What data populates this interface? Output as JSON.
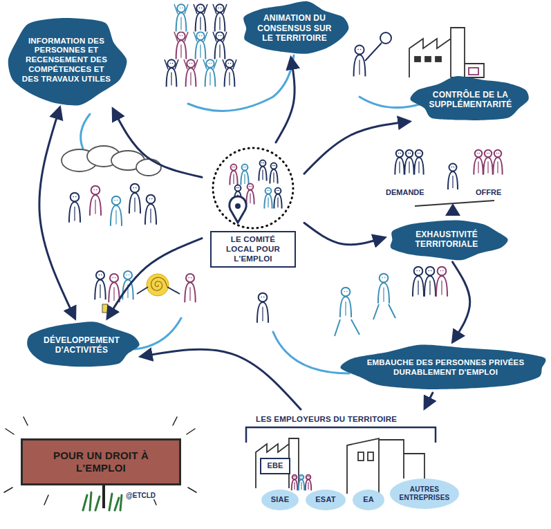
{
  "diagram": {
    "nodes": [
      {
        "text": [
          "INFORMATION DES PERSONNES ET RECENSEMENT DES COMPÉTENCES ET DES TRAVAUX UTILES"
        ]
      },
      {
        "text": [
          "ANIMATION DU CONSENSUS SUR LE TERRITOIRE"
        ]
      },
      {
        "text": [
          "CONTRÔLE DE LA SUPPLÉMENTARITÉ"
        ]
      },
      {
        "text": [
          "LE COMITÉ LOCAL POUR L'EMPLOI"
        ]
      },
      {
        "text": [
          "EXHAUSTIVITÉ TERRITORIALE"
        ]
      },
      {
        "text": [
          "DÉVELOPPEMENT D'ACTIVITÉS"
        ]
      },
      {
        "text": [
          "EMBAUCHE DES PERSONNES PRIVÉES DURABLEMENT D'EMPLOI"
        ]
      },
      {
        "text": [
          "LES EMPLOYEURS DU TERRITOIRE"
        ]
      },
      {
        "text": [
          "EBE"
        ],
        "in": 7
      },
      {
        "text": [
          "SIAE"
        ],
        "in": 7
      },
      {
        "text": [
          "ESAT"
        ],
        "in": 7
      },
      {
        "text": [
          "EA"
        ],
        "in": 7
      },
      {
        "text": [
          "AUTRES ENTREPRISES"
        ],
        "in": 7
      },
      {
        "text": [
          "POUR UN DROIT À L'EMPLOI"
        ]
      }
    ],
    "edges": [
      {
        "from": 3,
        "to": 0,
        "arrow": "to"
      },
      {
        "from": 3,
        "to": 1,
        "arrow": "to"
      },
      {
        "from": 3,
        "to": 2,
        "arrow": "to"
      },
      {
        "from": 3,
        "to": 4,
        "arrow": "to"
      },
      {
        "from": 3,
        "to": 5,
        "arrow": "to"
      },
      {
        "from": 4,
        "to": 6,
        "arrow": "to"
      },
      {
        "from": 6,
        "to": 7,
        "arrow": "to"
      },
      {
        "from": 7,
        "to": 5,
        "arrow": "to"
      },
      {
        "from": 0,
        "to": 5,
        "arrow": "both"
      }
    ],
    "labels": [
      "DEMANDE",
      "OFFRE",
      "@ETCLD"
    ]
  }
}
